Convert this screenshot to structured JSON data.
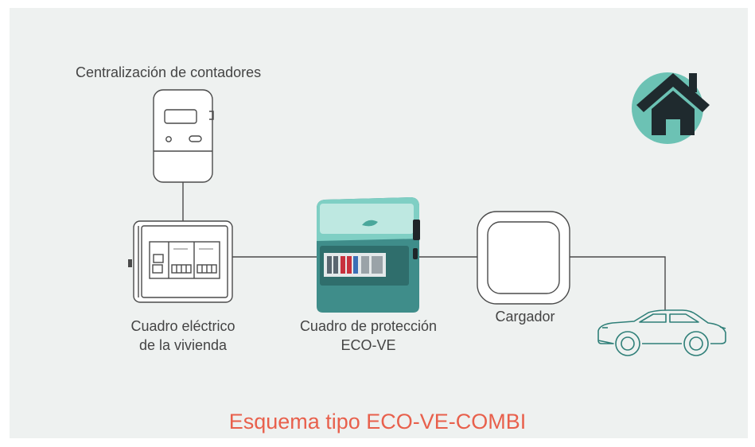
{
  "diagram": {
    "meter": {
      "label": "Centralización de contadores"
    },
    "panel": {
      "label_line1": "Cuadro eléctrico",
      "label_line2": "de la vivienda"
    },
    "eco_box": {
      "label_line1": "Cuadro de protección",
      "label_line2": "ECO-VE"
    },
    "charger": {
      "label": "Cargador"
    },
    "title": "Esquema tipo ECO-VE-COMBI"
  },
  "colors": {
    "background": "#eef1f0",
    "title": "#e8604c",
    "line": "#4a4a4a",
    "house_circle": "#6cc2b4",
    "house": "#1f2a2e",
    "eco_teal": "#3f8d8a"
  }
}
